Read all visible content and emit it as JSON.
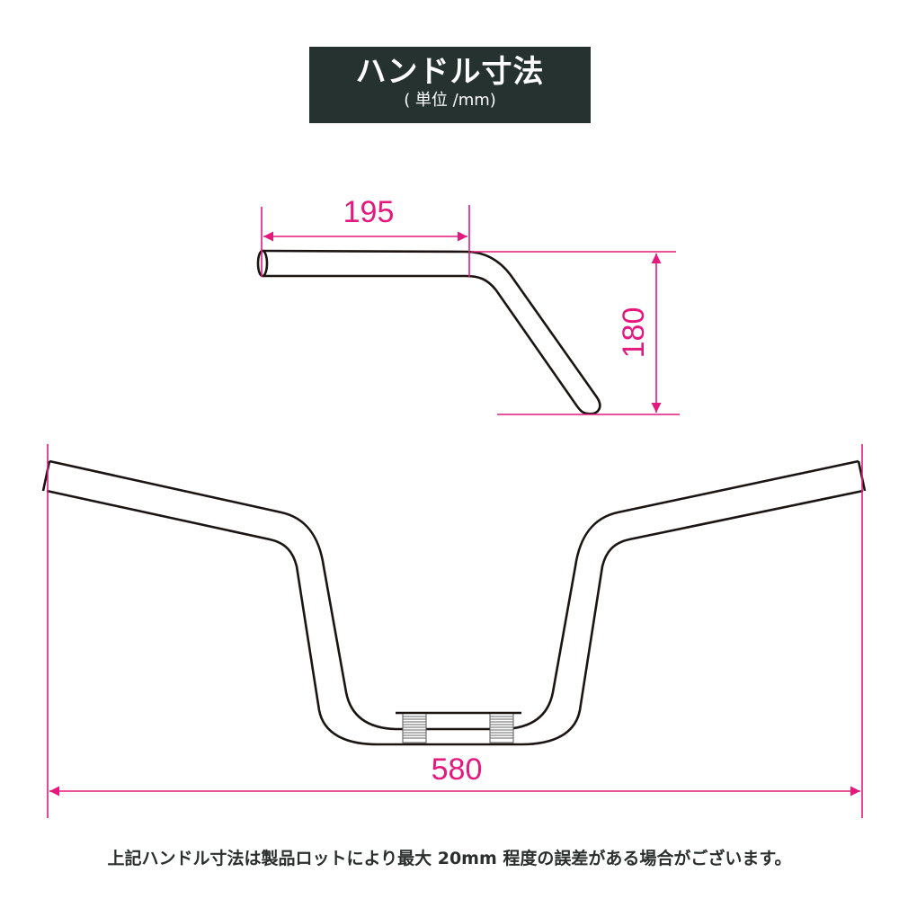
{
  "header": {
    "title": "ハンドル寸法",
    "unit": "( 単位 /mm)",
    "background": "#253230"
  },
  "diagram": {
    "line_color": "#1a1512",
    "dimension_color": "#e3197e",
    "side_view": {
      "grip_length_label": "195",
      "rise_label": "180"
    },
    "front_view": {
      "width_label": "580"
    }
  },
  "footer": {
    "note": "上記ハンドル寸法は製品ロットにより最大 20mm 程度の誤差がある場合がございます。"
  }
}
